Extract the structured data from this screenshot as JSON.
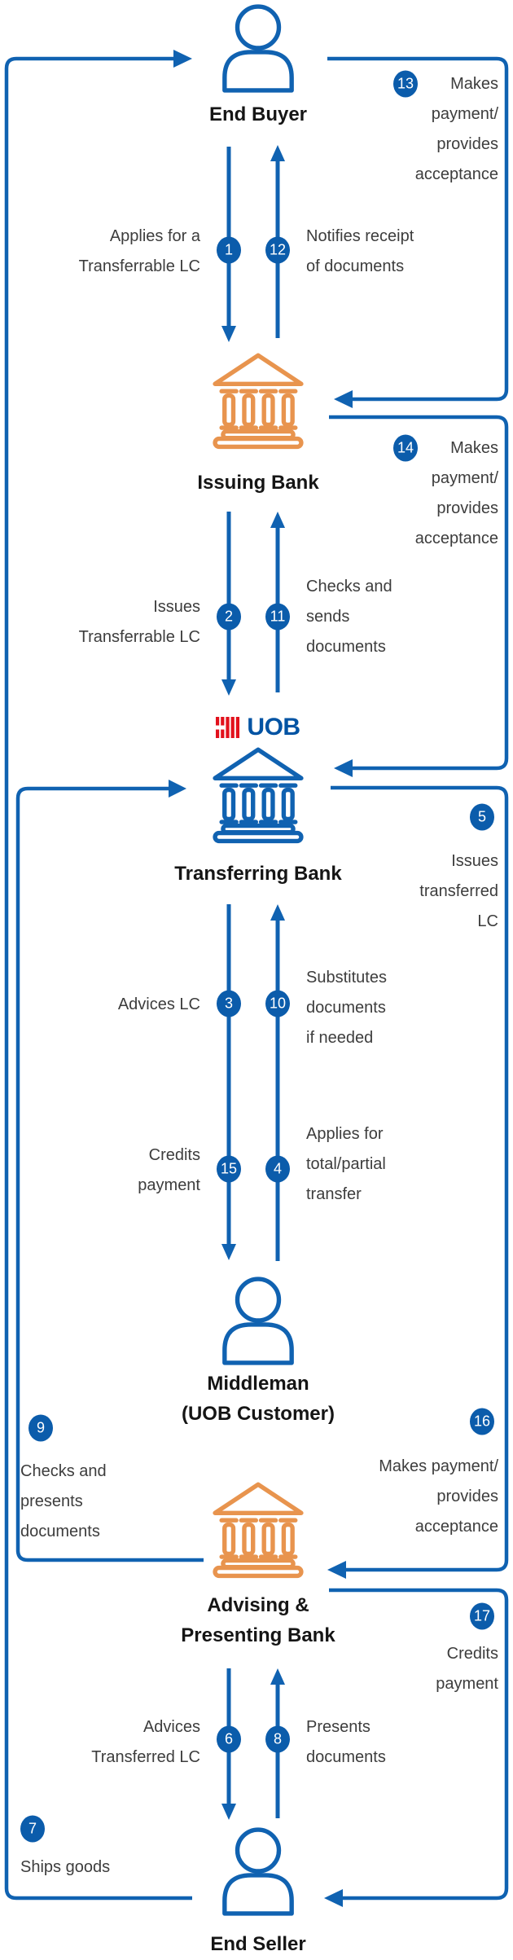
{
  "title": "Transferable LC flow diagram",
  "logo": {
    "text": "UOB"
  },
  "colors": {
    "line_blue": "#1062b1",
    "badge_blue": "#0b5cab",
    "icon_blue": "#1062b1",
    "orange": "#e8944e",
    "uob_red": "#e2111c",
    "uob_blue": "#0053a3",
    "text_gray": "#3d3d3d",
    "text_black": "#151515"
  },
  "entities": {
    "end_buyer": "End Buyer",
    "issuing_bank": "Issuing Bank",
    "transferring_bank": "Transferring Bank",
    "middleman": "Middleman\n(UOB Customer)",
    "advising_bank": "Advising &\nPresenting Bank",
    "end_seller": "End Seller"
  },
  "steps": {
    "s1": {
      "num": "1",
      "label": "Applies for a\nTransferrable LC"
    },
    "s2": {
      "num": "2",
      "label": "Issues\nTransferrable LC"
    },
    "s3": {
      "num": "3",
      "label": "Advices LC"
    },
    "s4": {
      "num": "4",
      "label": "Applies for\ntotal/partial\ntransfer"
    },
    "s5": {
      "num": "5",
      "label": "Issues\ntransferred\nLC"
    },
    "s6": {
      "num": "6",
      "label": "Advices\nTransferred LC"
    },
    "s7": {
      "num": "7",
      "label": "Ships goods"
    },
    "s8": {
      "num": "8",
      "label": "Presents\ndocuments"
    },
    "s9": {
      "num": "9",
      "label": "Checks and\npresents\ndocuments"
    },
    "s10": {
      "num": "10",
      "label": "Substitutes\ndocuments\nif needed"
    },
    "s11": {
      "num": "11",
      "label": "Checks and\nsends\ndocuments"
    },
    "s12": {
      "num": "12",
      "label": "Notifies receipt\nof documents"
    },
    "s13": {
      "num": "13",
      "label": "Makes\npayment/\nprovides\nacceptance"
    },
    "s14": {
      "num": "14",
      "label": "Makes\npayment/\nprovides\nacceptance"
    },
    "s15": {
      "num": "15",
      "label": "Credits\npayment"
    },
    "s16": {
      "num": "16",
      "label": "Makes payment/\nprovides\nacceptance"
    },
    "s17": {
      "num": "17",
      "label": "Credits\npayment"
    }
  }
}
